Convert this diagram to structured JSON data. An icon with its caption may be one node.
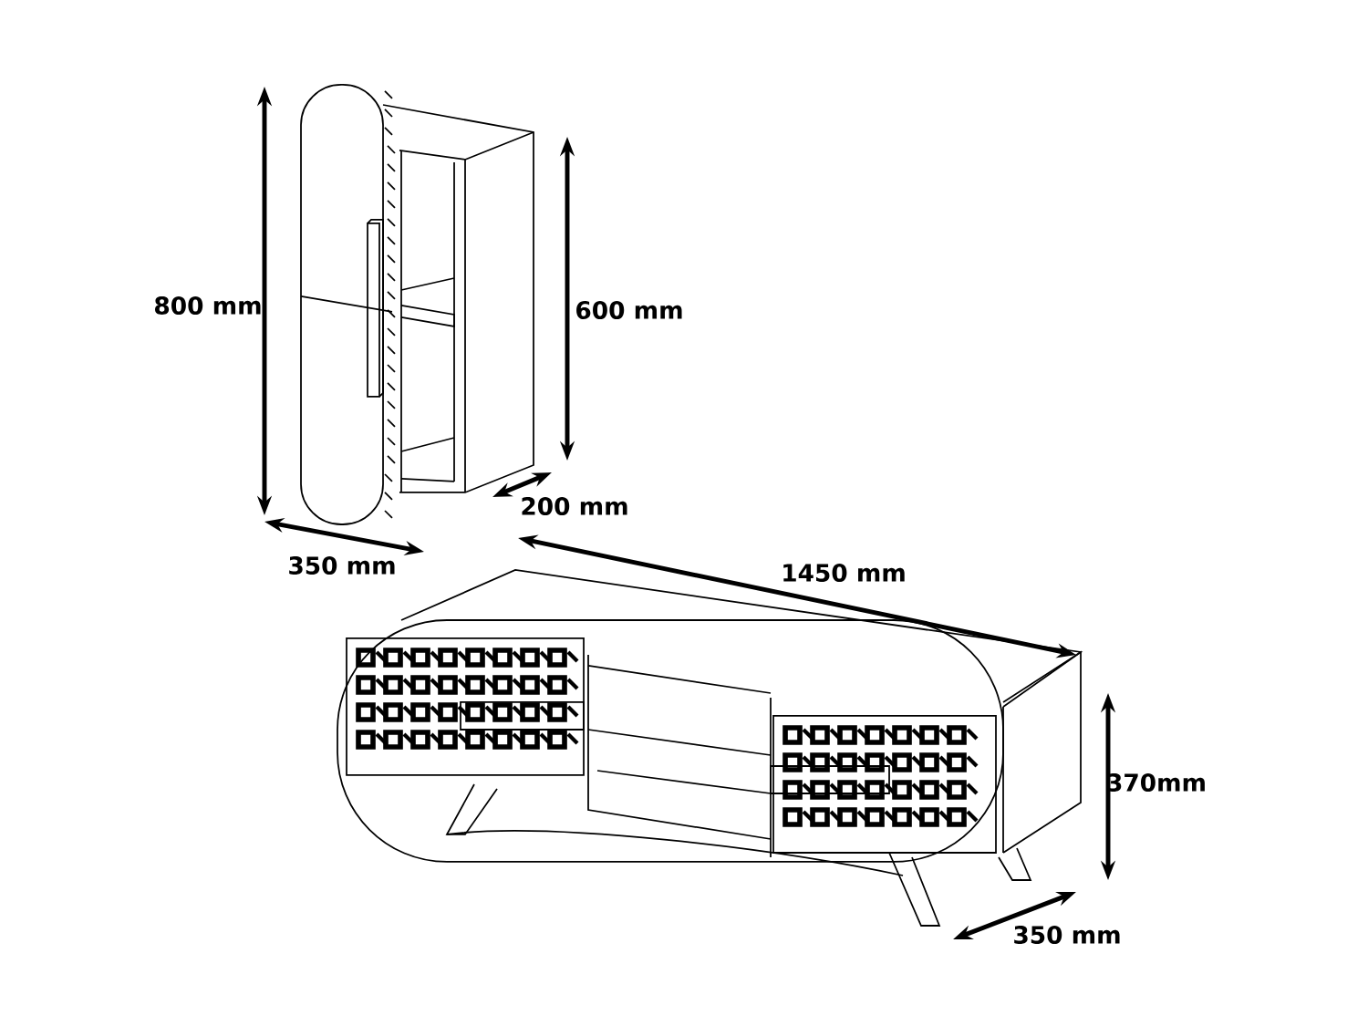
{
  "diagram": {
    "labels": [
      "800 mm",
      "600 mm",
      "200 mm",
      "350 mm",
      "1450 mm",
      "370mm",
      "350 mm"
    ]
  }
}
